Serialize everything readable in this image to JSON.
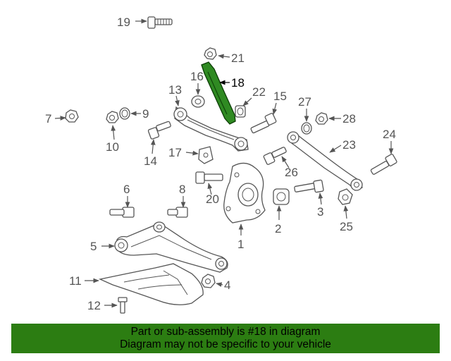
{
  "diagram": {
    "highlight_color": "#2f8a22",
    "highlighted_part": "18",
    "callouts": {
      "c1": "1",
      "c2": "2",
      "c4": "4",
      "c5": "5",
      "c6": "6",
      "c7": "7",
      "c8": "8",
      "c9": "9",
      "c10": "10",
      "c11": "11",
      "c12": "12",
      "c13": "13",
      "c14": "14",
      "c15": "15",
      "c16": "16",
      "c17": "17",
      "c18": "18",
      "c19": "19",
      "c20": "20",
      "c21": "21",
      "c22": "22",
      "c23": "23",
      "c24": "24",
      "c25": "25",
      "c26": "26",
      "c27": "27",
      "c28": "28"
    }
  },
  "banner": {
    "line1": "Part or sub-assembly is #18 in diagram",
    "line2": "Diagram may not be specific to your vehicle",
    "background": "#2c7d12",
    "text_color": "#000000"
  }
}
